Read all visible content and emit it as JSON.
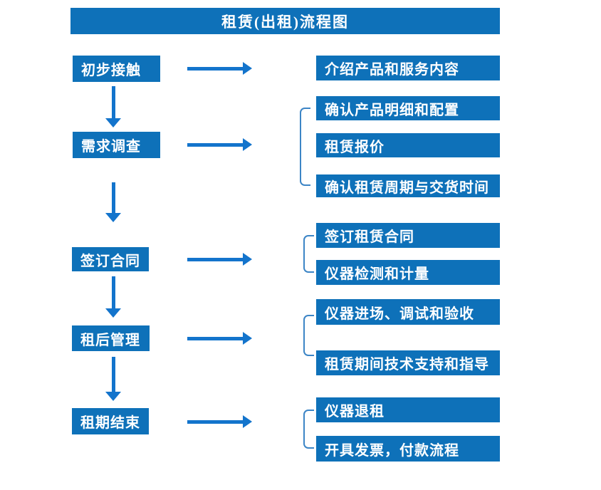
{
  "title": "租赁(出租)流程图",
  "colors": {
    "box_blue": "#0e71b9",
    "arrow_blue": "#1374cc",
    "bracket_blue": "#3c85c6",
    "text_white": "#ffffff",
    "background": "#ffffff"
  },
  "stages": [
    {
      "label": "初步接触",
      "outputs": [
        "介绍产品和服务内容"
      ]
    },
    {
      "label": "需求调查",
      "outputs": [
        "确认产品明细和配置",
        "租赁报价",
        "确认租赁周期与交货时间"
      ]
    },
    {
      "label": "签订合同",
      "outputs": [
        "签订租赁合同",
        "仪器检测和计量"
      ]
    },
    {
      "label": "租后管理",
      "outputs": [
        "仪器进场、调试和验收",
        "租赁期间技术支持和指导"
      ]
    },
    {
      "label": "租期结束",
      "outputs": [
        "仪器退租",
        "开具发票，付款流程"
      ]
    }
  ]
}
